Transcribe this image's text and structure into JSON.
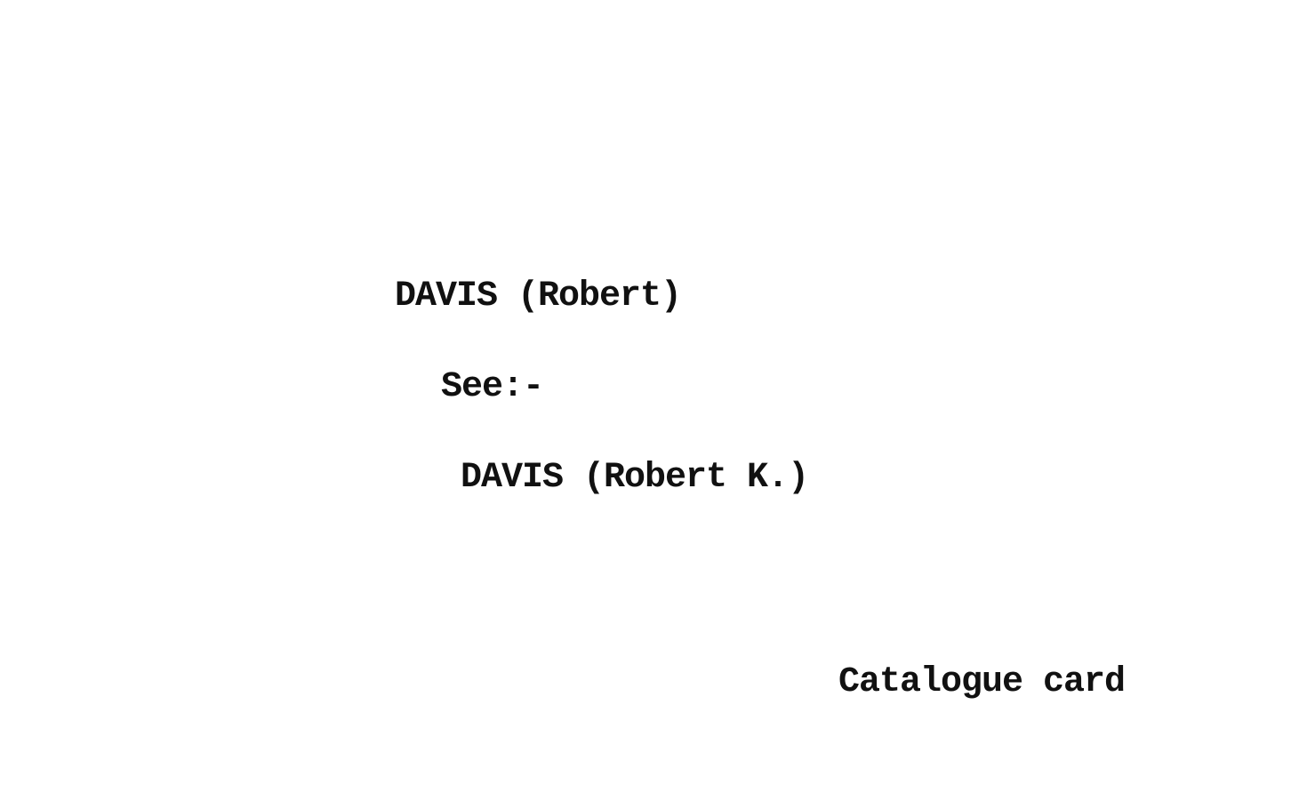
{
  "card": {
    "heading": "DAVIS (Robert)",
    "see_label": "See:-",
    "see_target": "DAVIS (Robert K.)",
    "caption": "Catalogue card"
  }
}
